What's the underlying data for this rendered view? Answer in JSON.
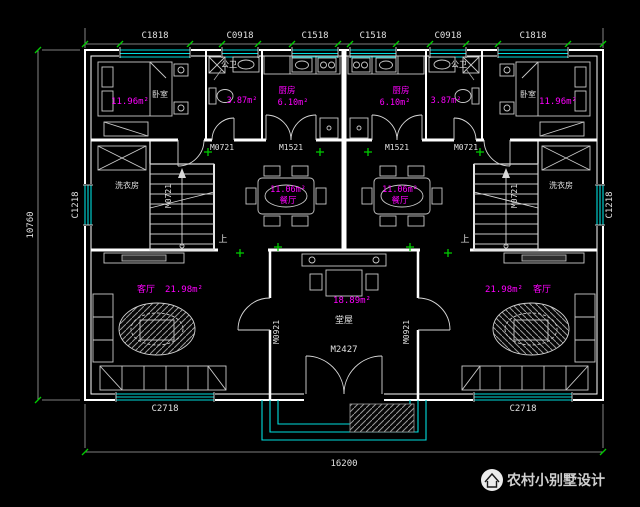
{
  "plan": {
    "dimensions": {
      "width": "16200",
      "height": "10760"
    },
    "windows": {
      "top": [
        "C1818",
        "C0918",
        "C1518",
        "C1518",
        "C0918",
        "C1818"
      ],
      "side": "C1218",
      "bottom": "C2718"
    },
    "doors": {
      "bath": "M0721",
      "stair": "M0721",
      "kitchen": "M1521",
      "hall": "M0921",
      "entrance": "M2427"
    },
    "rooms": {
      "bedroom": {
        "name": "卧室",
        "area": "11.96m²"
      },
      "bath": {
        "name": "公卫",
        "area": "3.87m²"
      },
      "kitchen": {
        "name": "厨房",
        "area": "6.10m²"
      },
      "dining": {
        "name": "餐厅",
        "area": "11.06m²"
      },
      "living": {
        "name": "客厅",
        "area": "21.98m²"
      },
      "hall": {
        "name": "堂屋",
        "area": "18.89m²"
      },
      "laundry": {
        "name": "洗衣房"
      }
    },
    "stairs": {
      "up": "上"
    }
  },
  "watermark": {
    "text": "农村小别墅设计"
  },
  "colors": {
    "background": "#000000",
    "line": "#ffffff",
    "window": "#00dddd",
    "label": "#ff00ff",
    "mark": "#00cc00"
  }
}
